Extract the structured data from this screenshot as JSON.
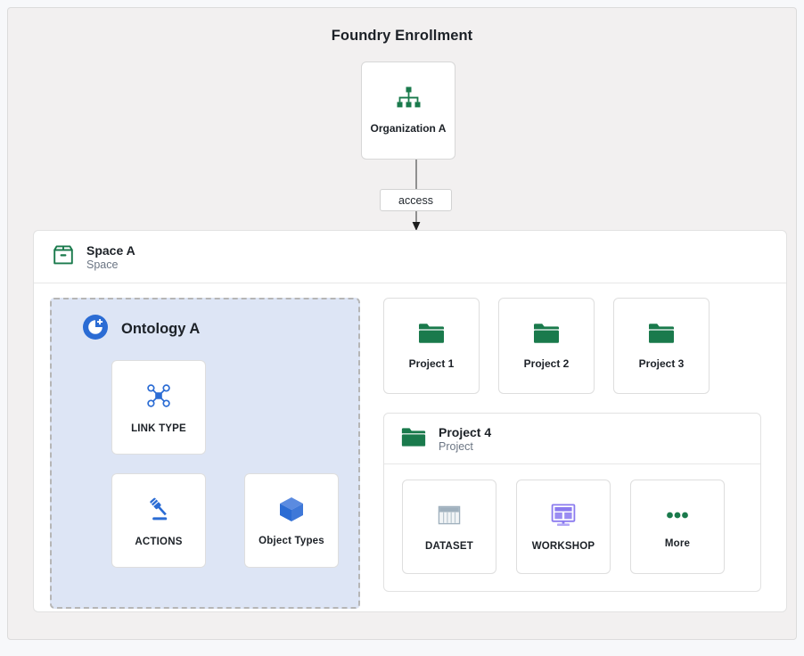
{
  "diagram": {
    "title": "Foundry Enrollment",
    "edge_label": "access",
    "accent_green": "#1a7a4c",
    "accent_blue": "#2b6cd4",
    "accent_purple": "#8b7bef",
    "ontology_fill": "#dde5f5"
  },
  "organization": {
    "label": "Organization A",
    "icon": "organization-hierarchy-icon"
  },
  "space": {
    "title": "Space A",
    "subtitle": "Space",
    "icon": "space-box-icon"
  },
  "ontology": {
    "title": "Ontology A",
    "icon": "ontology-icon",
    "items": [
      {
        "label": "LINK TYPE",
        "icon": "link-type-icon"
      },
      {
        "label": "ACTIONS",
        "icon": "actions-gavel-icon"
      },
      {
        "label": "Object Types",
        "icon": "object-types-cube-icon"
      }
    ]
  },
  "projects": [
    {
      "label": "Project 1",
      "icon": "folder-icon"
    },
    {
      "label": "Project 2",
      "icon": "folder-icon"
    },
    {
      "label": "Project 3",
      "icon": "folder-icon"
    }
  ],
  "project_detail": {
    "title": "Project 4",
    "subtitle": "Project",
    "icon": "folder-icon",
    "items": [
      {
        "label": "DATASET",
        "icon": "dataset-table-icon"
      },
      {
        "label": "WORKSHOP",
        "icon": "workshop-monitor-icon"
      },
      {
        "label": "More",
        "icon": "more-dots-icon"
      }
    ]
  }
}
